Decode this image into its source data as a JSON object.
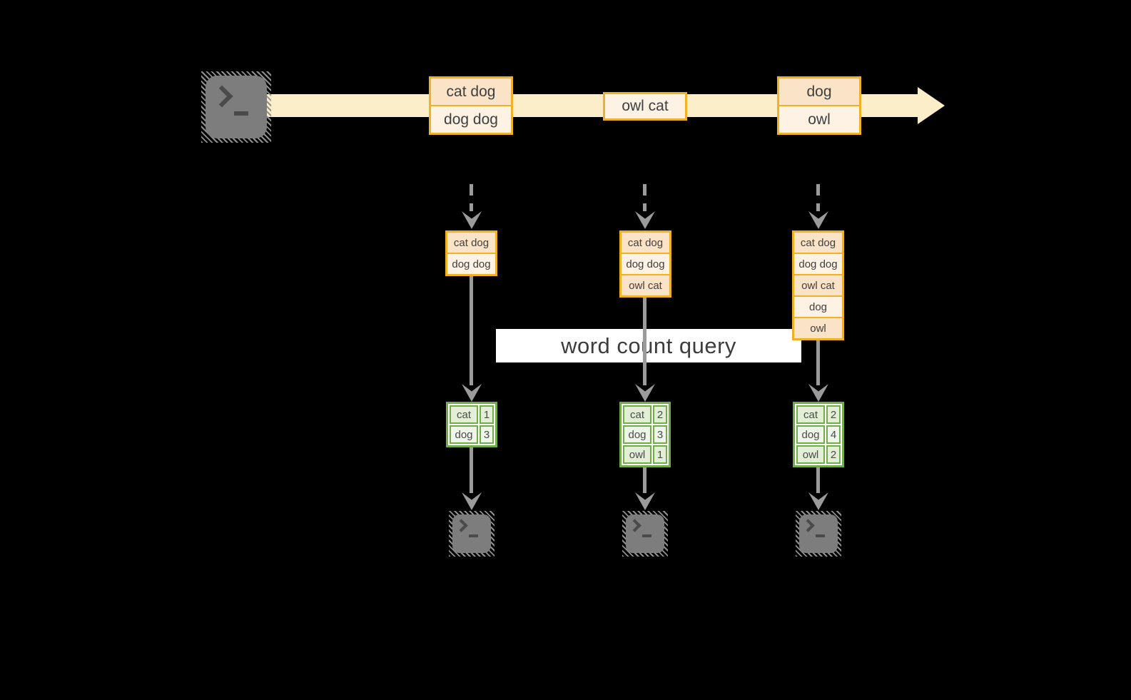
{
  "stream": {
    "batches": [
      {
        "rows": [
          "cat dog",
          "dog dog"
        ]
      },
      {
        "rows": [
          "owl cat"
        ]
      },
      {
        "rows": [
          "dog",
          "owl"
        ]
      }
    ]
  },
  "states": [
    {
      "rows": [
        "cat dog",
        "dog dog"
      ]
    },
    {
      "rows": [
        "cat dog",
        "dog dog",
        "owl cat"
      ]
    },
    {
      "rows": [
        "cat dog",
        "dog dog",
        "owl cat",
        "dog",
        "owl"
      ]
    }
  ],
  "query": {
    "label": "word count query"
  },
  "results": [
    {
      "rows": [
        {
          "word": "cat",
          "count": "1"
        },
        {
          "word": "dog",
          "count": "3"
        }
      ]
    },
    {
      "rows": [
        {
          "word": "cat",
          "count": "2"
        },
        {
          "word": "dog",
          "count": "3"
        },
        {
          "word": "owl",
          "count": "1"
        }
      ]
    },
    {
      "rows": [
        {
          "word": "cat",
          "count": "2"
        },
        {
          "word": "dog",
          "count": "4"
        },
        {
          "word": "owl",
          "count": "2"
        }
      ]
    }
  ],
  "colors": {
    "amber_border": "#f2b025",
    "peach_fill": "#fae3c6",
    "cream_fill": "#fdf2e3",
    "stream_fill": "#fbeec9",
    "green_border": "#71ad47",
    "green_dark_fill": "#e3eed7",
    "green_light_fill": "#eef5e9",
    "arrow_gray": "#9b9b9b",
    "terminal_gray": "#7d7d7d",
    "banner_bg": "#ffffff",
    "text": "#3f3f3f"
  }
}
